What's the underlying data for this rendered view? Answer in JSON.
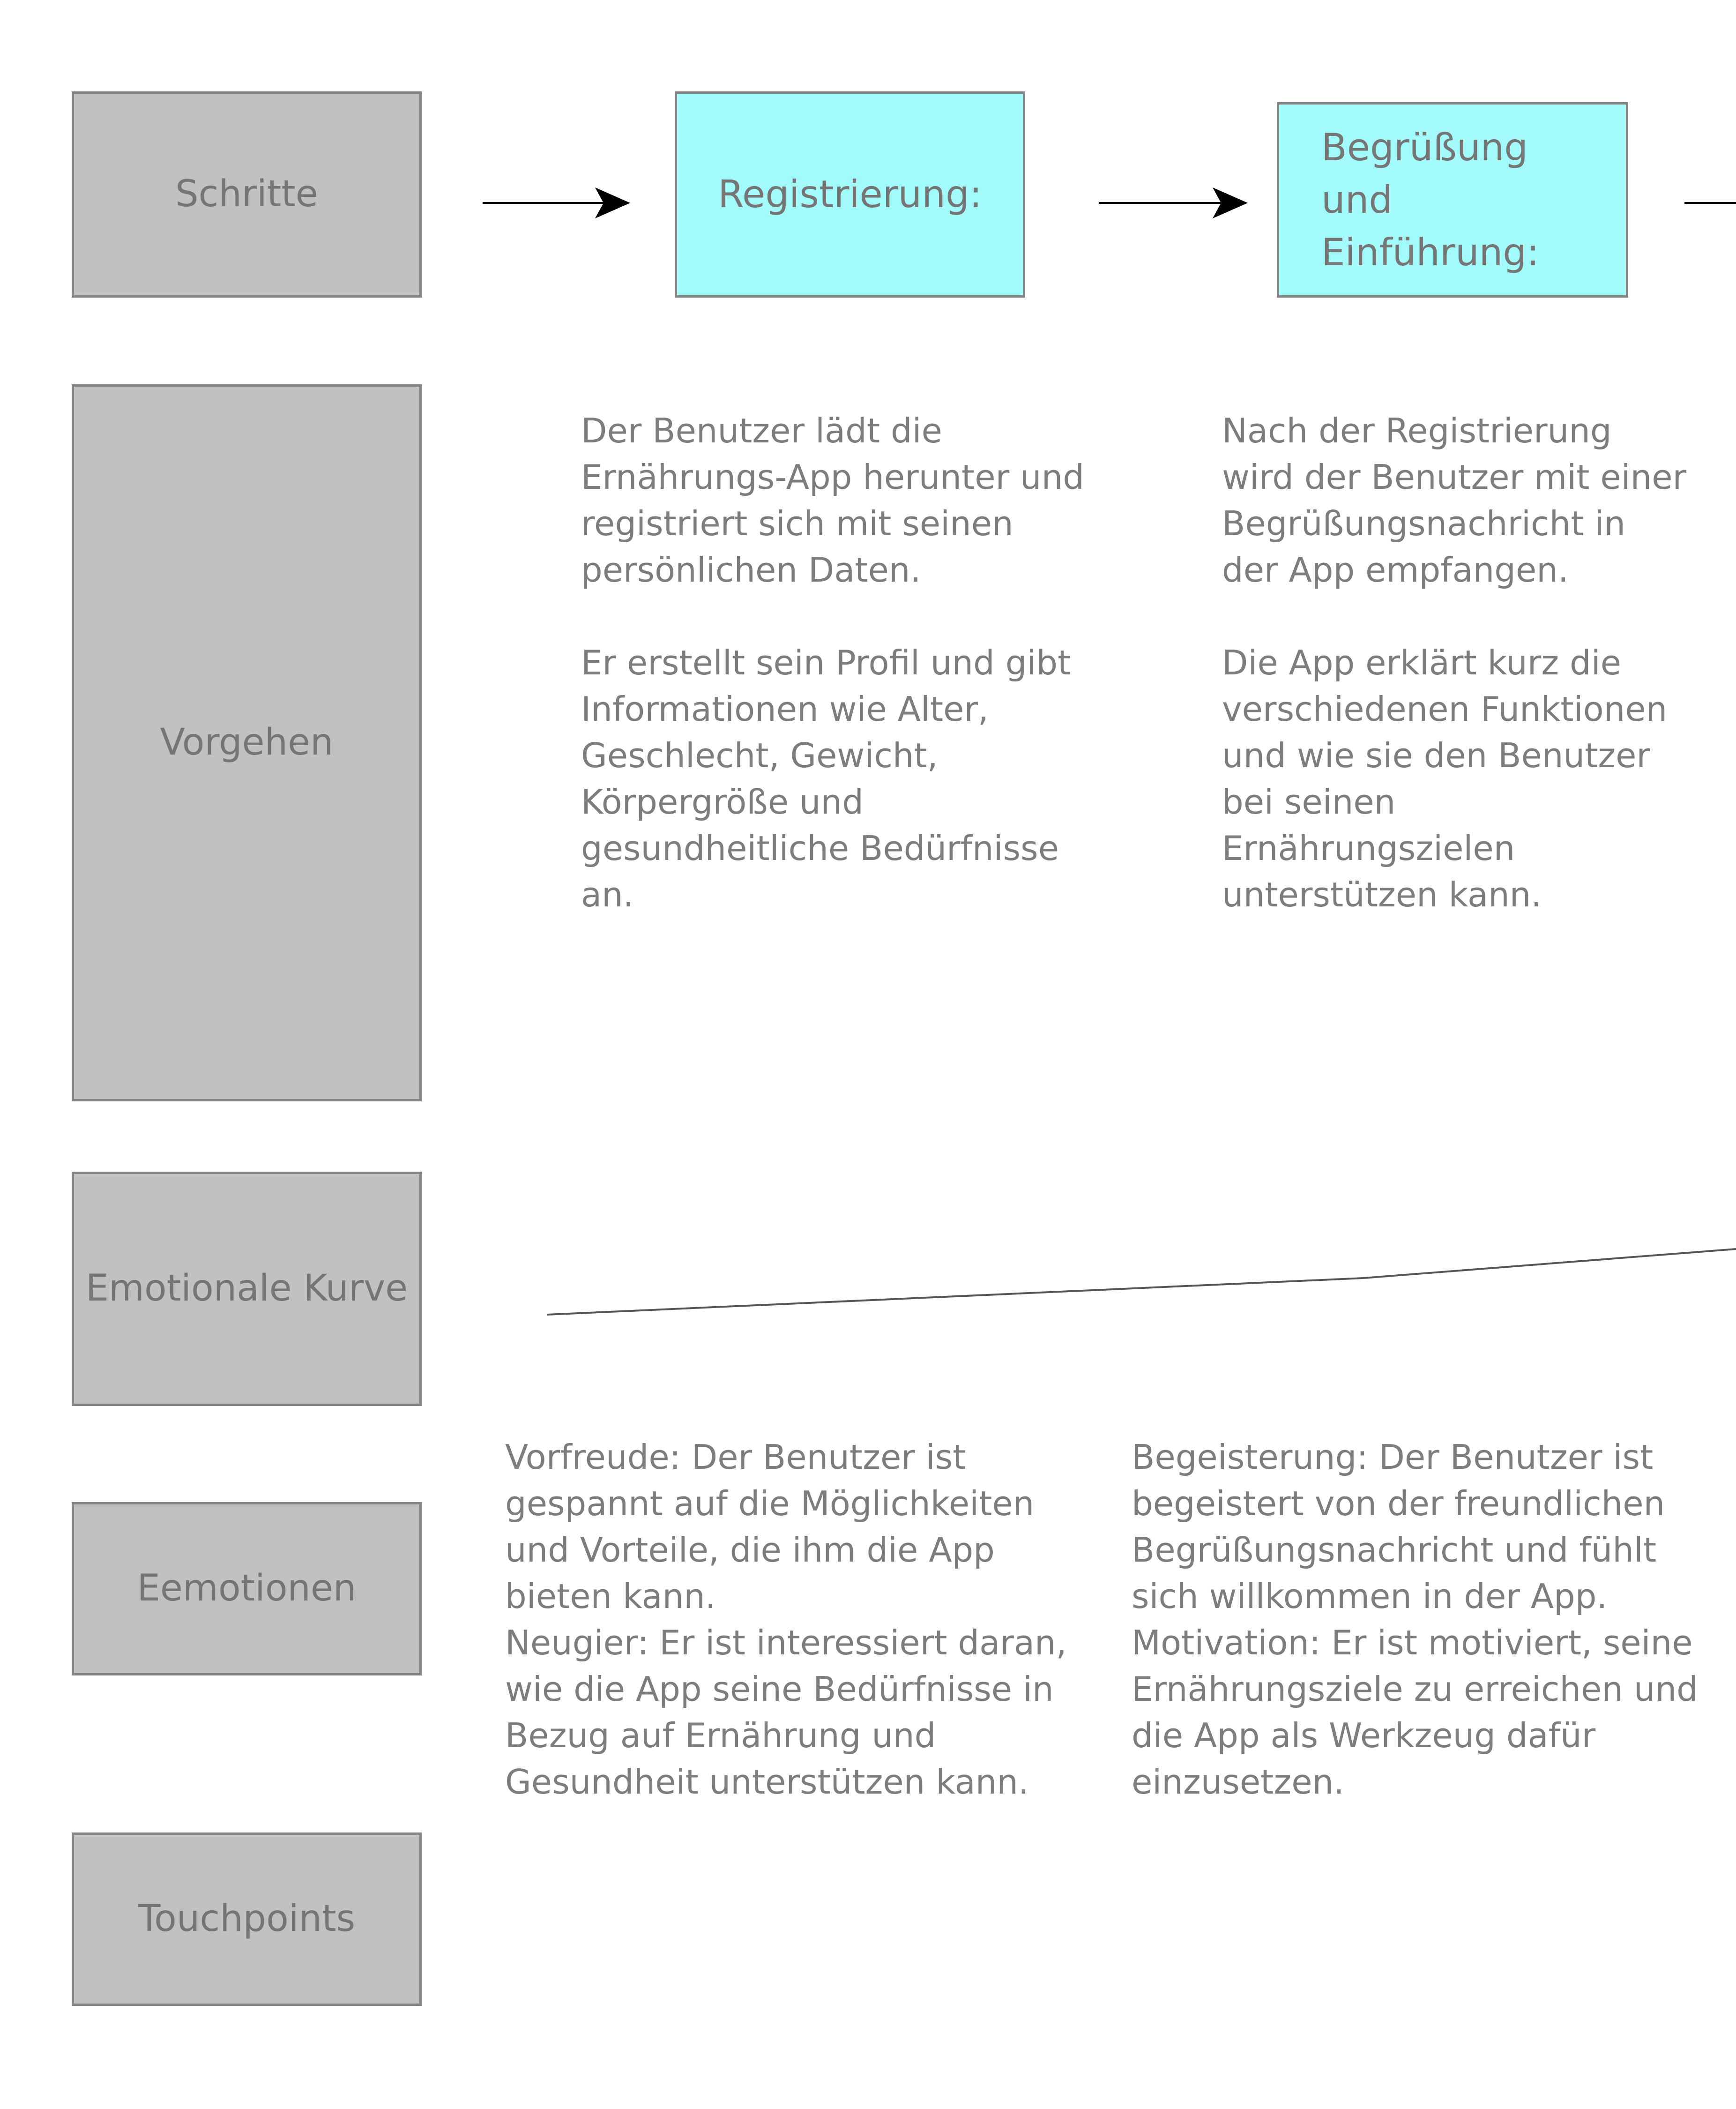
{
  "row_labels": {
    "steps": "Schritte",
    "procedure": "Vorgehen",
    "emotional_curve": "Emotionale Kurve",
    "emotions": "Eemotionen",
    "touchpoints": "Touchpoints"
  },
  "steps": [
    {
      "title": "Registrierung:"
    },
    {
      "title": "Begrüßung und Einführung:"
    }
  ],
  "procedure": [
    {
      "paragraphs": [
        "Der Benutzer lädt die Ernährungs-App herunter und registriert sich mit seinen persönlichen Daten.",
        "Er erstellt sein Profil und gibt Informationen wie Alter, Geschlecht, Gewicht, Körpergröße und gesundheitliche Bedürfnisse an."
      ]
    },
    {
      "paragraphs": [
        "Nach der Registrierung wird der Benutzer mit einer Begrüßungsnachricht in der App empfangen.",
        "Die App erklärt kurz die verschiedenen Funktionen und wie sie den Benutzer bei seinen Ernährungszielen unterstützen kann."
      ]
    }
  ],
  "emotions": [
    {
      "lines": [
        "Vorfreude: Der Benutzer ist gespannt auf die Möglichkeiten und Vorteile, die ihm die App bieten kann.",
        "Neugier: Er ist interessiert daran, wie die App seine Bedürfnisse in Bezug auf Ernährung und Gesundheit unterstützen kann."
      ]
    },
    {
      "lines": [
        "Begeisterung: Der Benutzer ist begeistert von der freundlichen Begrüßungsnachricht und fühlt sich willkommen in der App.",
        "Motivation: Er ist motiviert, seine Ernährungsziele zu erreichen und die App als Werkzeug dafür einzusetzen."
      ]
    }
  ],
  "colors": {
    "row_label_fill": "#c2c0c1",
    "step_fill": "#a3fafa",
    "border": "#858585",
    "text": "#7a7a7a",
    "connector": "#000000",
    "curve": "#555555"
  }
}
